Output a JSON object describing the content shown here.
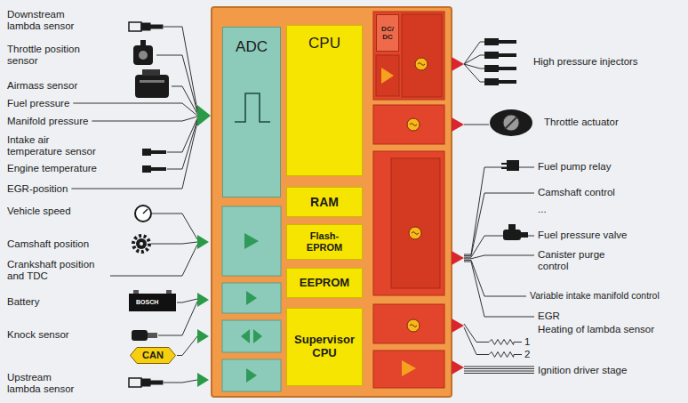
{
  "diagram": {
    "nodes": [
      {
        "text": [
          "ADC"
        ]
      },
      {
        "text": [
          "CPU"
        ]
      },
      {
        "text": [
          "DC/DC"
        ]
      },
      {
        "text": [
          "RAM"
        ]
      },
      {
        "text": [
          "Flash-EPROM"
        ]
      },
      {
        "text": [
          "EEPROM"
        ]
      },
      {
        "text": [
          "Supervisor CPU"
        ]
      },
      {
        "text": [
          "CAN"
        ]
      }
    ],
    "labels": [
      "Downstream lambda sensor",
      "Throttle position sensor",
      "Airmass sensor",
      "Fuel pressure",
      "Manifold pressure",
      "Intake air temperature sensor",
      "Engine temperature",
      "EGR-position",
      "Vehicle speed",
      "Camshaft position",
      "Crankshaft position and TDC",
      "Battery",
      "Knock sensor",
      "Upstream lambda sensor",
      "BOSCH",
      "High pressure injectors",
      "Throttle actuator",
      "Fuel pump relay",
      "Camshaft control",
      "...",
      "Fuel pressure valve",
      "Canister purge control",
      "Variable intake manifold control",
      "EGR",
      "Heating of lambda sensor",
      "1",
      "2",
      "Ignition driver stage"
    ]
  }
}
